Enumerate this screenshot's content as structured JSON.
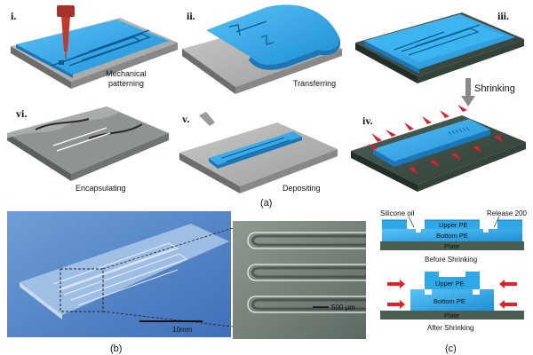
{
  "steps": {
    "i": {
      "numeral": "i.",
      "label_line1": "Mechanical",
      "label_line2": "patterning"
    },
    "ii": {
      "numeral": "ii.",
      "label": "Transferring"
    },
    "iii": {
      "numeral": "iii.",
      "arrow_label": "Shrinking"
    },
    "iv": {
      "numeral": "iv."
    },
    "v": {
      "numeral": "v.",
      "label": "Depositing"
    },
    "vi": {
      "numeral": "vi.",
      "label": "Encapsulating"
    }
  },
  "captions": {
    "a": "(a)",
    "b": "(b)",
    "c": "(c)"
  },
  "photo": {
    "scale_label": "10mm",
    "micro_scale_label": "500 μm"
  },
  "cross_section": {
    "silicone_oil": "Silicone oil",
    "release": "Release 200",
    "upper_pe": "Upper PE",
    "bottom_pe": "Bottom PE",
    "plate": "Plate",
    "before": "Before Shrinking",
    "after": "After Shrinking"
  },
  "colors": {
    "pe_blue": "#2fa8e8",
    "steel_gray": "#a9aaa8",
    "plate_green": "#3e5047",
    "arrow_red": "#e0202a"
  }
}
